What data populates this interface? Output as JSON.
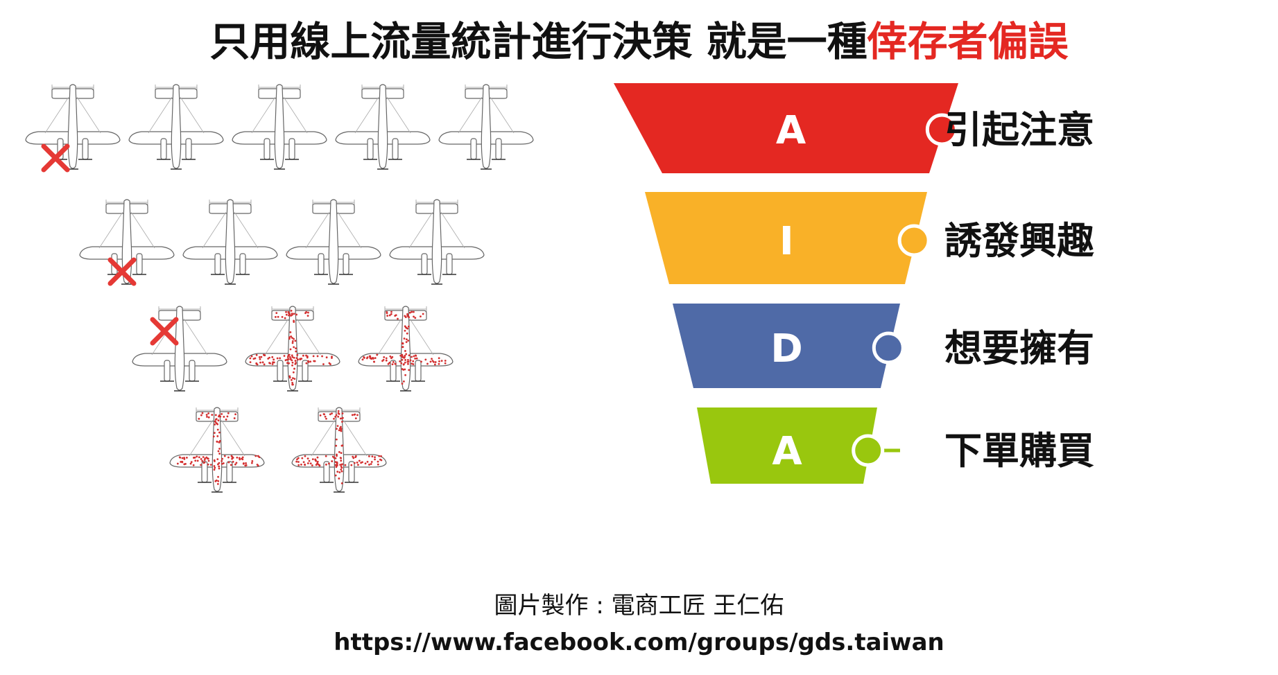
{
  "title": {
    "prefix": "只用線上流量統計進行決策 就是一種",
    "highlight": "倖存者偏誤",
    "highlight_color": "#e42822"
  },
  "planes": {
    "rows": [
      {
        "count": 5,
        "crossed_index": 0,
        "dotted": false
      },
      {
        "count": 4,
        "crossed_index": 0,
        "dotted": false
      },
      {
        "count": 3,
        "crossed_index": 0,
        "dotted": true
      },
      {
        "count": 2,
        "crossed_index": -1,
        "dotted": true
      }
    ],
    "cross_color": "#e53935",
    "dot_color": "#d32f2f"
  },
  "funnel": {
    "stages": [
      {
        "letter": "A",
        "label": "引起注意",
        "color": "#e42822"
      },
      {
        "letter": "I",
        "label": "誘發興趣",
        "color": "#f9b128"
      },
      {
        "letter": "D",
        "label": "想要擁有",
        "color": "#4f6aa7"
      },
      {
        "letter": "A",
        "label": "下單購買",
        "color": "#99c70e"
      }
    ]
  },
  "credit": {
    "line1": "圖片製作 : 電商工匠 王仁佑",
    "line2": "https://www.facebook.com/groups/gds.taiwan"
  }
}
